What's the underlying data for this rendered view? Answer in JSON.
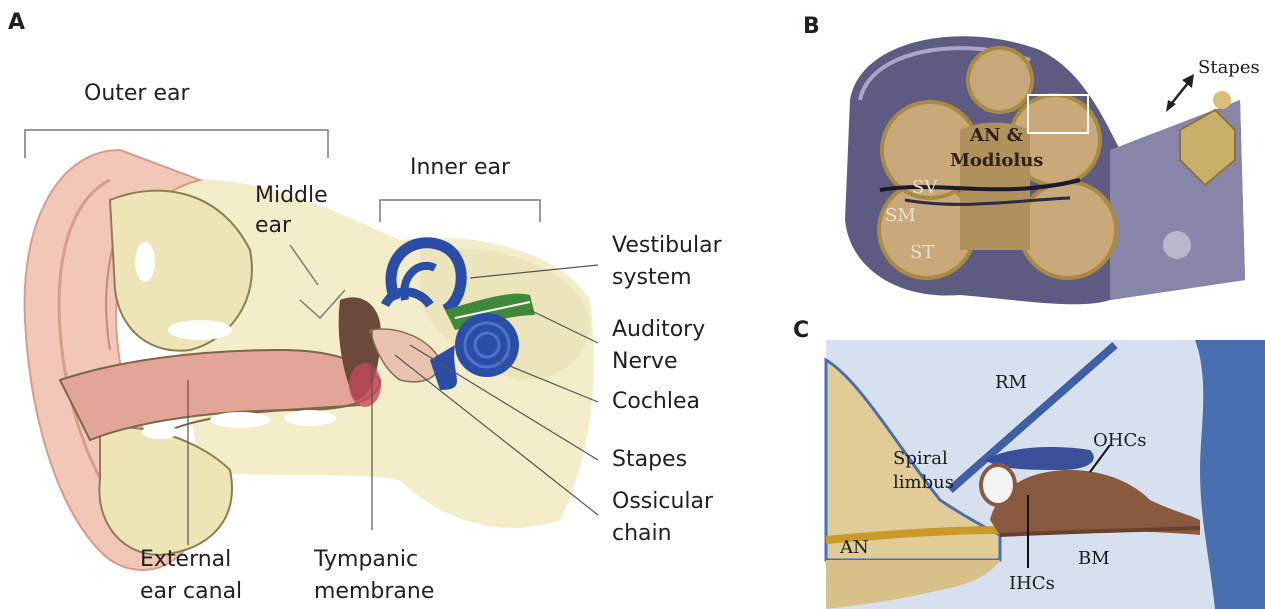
{
  "panel_a": {
    "letter": "A",
    "outer_ear": "Outer ear",
    "inner_ear": "Inner ear",
    "middle_ear_1": "Middle",
    "middle_ear_2": "ear",
    "vestibular_1": "Vestibular",
    "vestibular_2": "system",
    "auditory_1": "Auditory",
    "auditory_2": "Nerve",
    "cochlea": "Cochlea",
    "stapes": "Stapes",
    "ossicular_1": "Ossicular",
    "ossicular_2": "chain",
    "external_1": "External",
    "external_2": "ear canal",
    "tympanic_1": "Tympanic",
    "tympanic_2": "membrane"
  },
  "panel_b": {
    "letter": "B",
    "stapes": "Stapes",
    "an_1": "AN &",
    "an_2": "Modiolus",
    "sv": "SV",
    "sm": "SM",
    "st": "ST"
  },
  "panel_c": {
    "letter": "C",
    "rm": "RM",
    "spiral_1": "Spiral",
    "spiral_2": "limbus",
    "ohcs": "OHCs",
    "an": "AN",
    "bm": "BM",
    "ihcs": "IHCs"
  }
}
